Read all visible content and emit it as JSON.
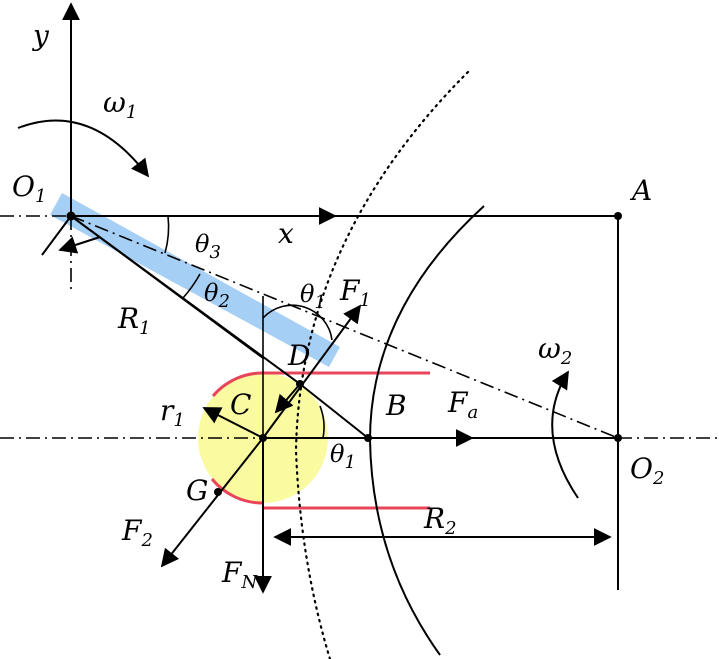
{
  "labels": {
    "y": "y",
    "x": "x",
    "omega1": "ω",
    "omega1_sub": "1",
    "O1": "O",
    "O1_sub": "1",
    "A": "A",
    "theta3": "θ",
    "theta3_sub": "3",
    "theta2": "θ",
    "theta2_sub": "2",
    "theta1_top": "θ",
    "theta1_top_sub": "1",
    "F1": "F",
    "F1_sub": "1",
    "R1": "R",
    "R1_sub": "1",
    "D": "D",
    "C": "C",
    "B": "B",
    "Fa": "F",
    "Fa_sub": "a",
    "omega2": "ω",
    "omega2_sub": "2",
    "r1": "r",
    "r1_sub": "1",
    "theta1_bot": "θ",
    "theta1_bot_sub": "1",
    "O2": "O",
    "O2_sub": "2",
    "G": "G",
    "F2": "F",
    "F2_sub": "2",
    "R2": "R",
    "R2_sub": "2",
    "FN": "F",
    "FN_sub": "N"
  },
  "colors": {
    "arm": "#a6cff5",
    "ball": "#fafaa0",
    "contact": "#e8445a",
    "line": "#000000"
  }
}
